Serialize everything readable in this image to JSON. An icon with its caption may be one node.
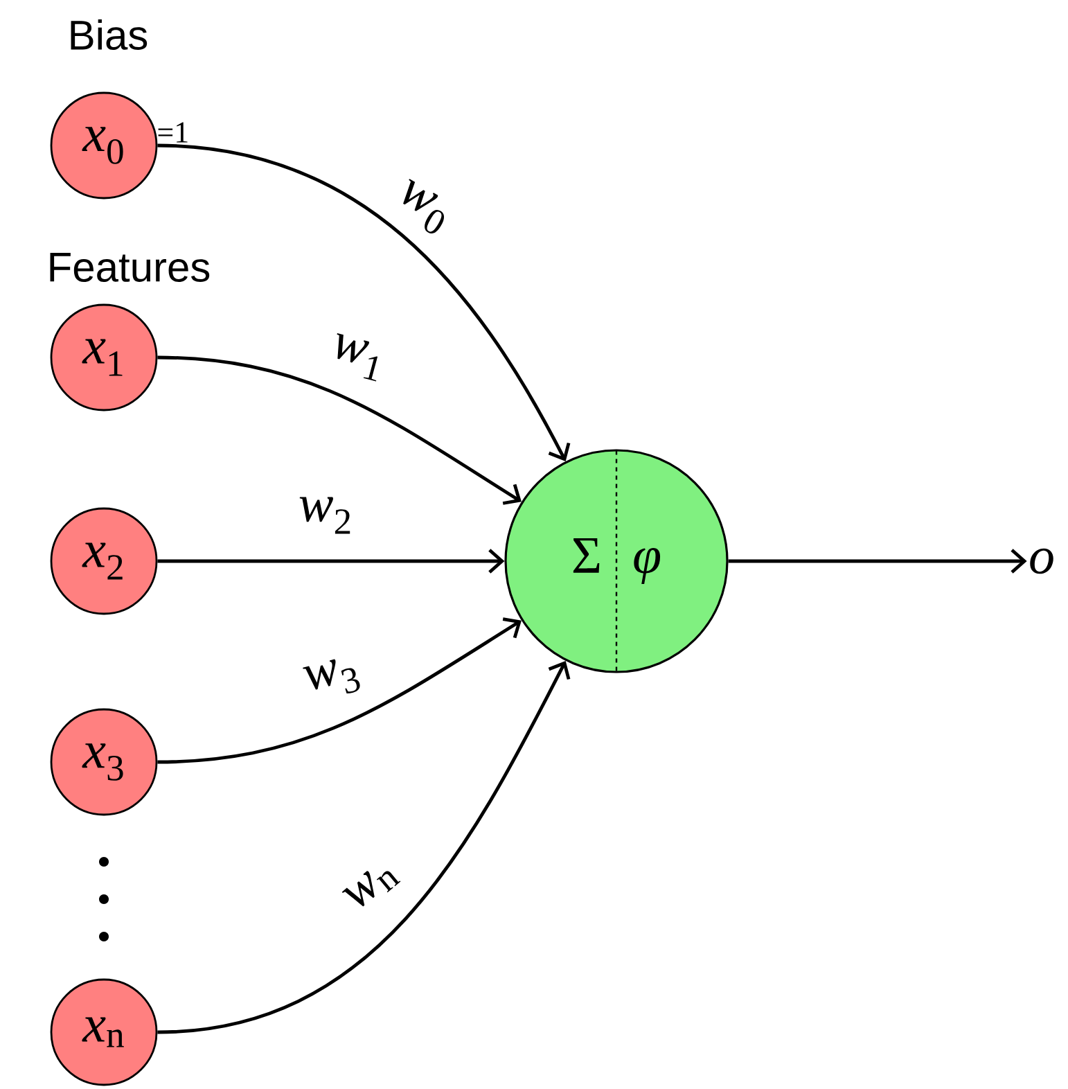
{
  "diagram": {
    "nodes": [
      {
        "text": [
          "*x*$_{0}$"
        ],
        "beside": [
          "=1"
        ]
      },
      {
        "text": [
          "*x*$_{1}$"
        ]
      },
      {
        "text": [
          "*x*$_{2}$"
        ]
      },
      {
        "text": [
          "*x*$_{3}$"
        ]
      },
      {
        "text": [
          "*x*$_{n}$"
        ]
      },
      {
        "text": [
          "Σ",
          "*φ*"
        ]
      },
      {
        "text": [
          "*o*"
        ]
      }
    ],
    "edges": [
      {
        "from": 0,
        "to": 5,
        "arrow": "to",
        "label": "*w*$_{0}$"
      },
      {
        "from": 1,
        "to": 5,
        "arrow": "to",
        "label": "*w*$_{1}$"
      },
      {
        "from": 2,
        "to": 5,
        "arrow": "to",
        "label": "*w*$_{2}$"
      },
      {
        "from": 3,
        "to": 5,
        "arrow": "to",
        "label": "*w*$_{3}$"
      },
      {
        "from": 4,
        "to": 5,
        "arrow": "to",
        "label": "*w*$_{n}$"
      },
      {
        "from": 5,
        "to": 6,
        "arrow": "to"
      }
    ],
    "labels": [
      "Bias",
      "Features"
    ]
  }
}
